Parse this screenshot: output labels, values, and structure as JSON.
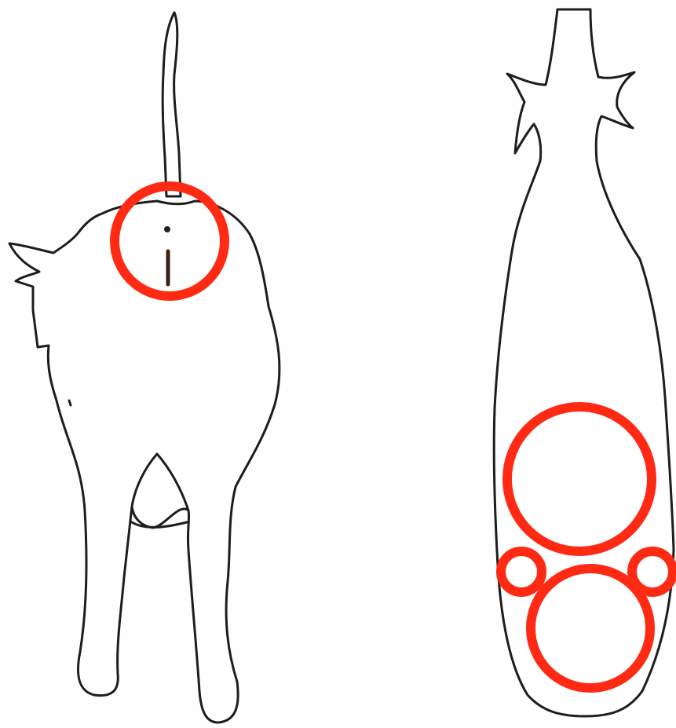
{
  "colors": {
    "outline": "#1d1d1d",
    "highlight": "#ff2a14",
    "background": "#ffffff"
  },
  "figures": [
    {
      "id": "rear-view",
      "highlight_regions": 1
    },
    {
      "id": "top-view",
      "highlight_regions": 4
    }
  ]
}
